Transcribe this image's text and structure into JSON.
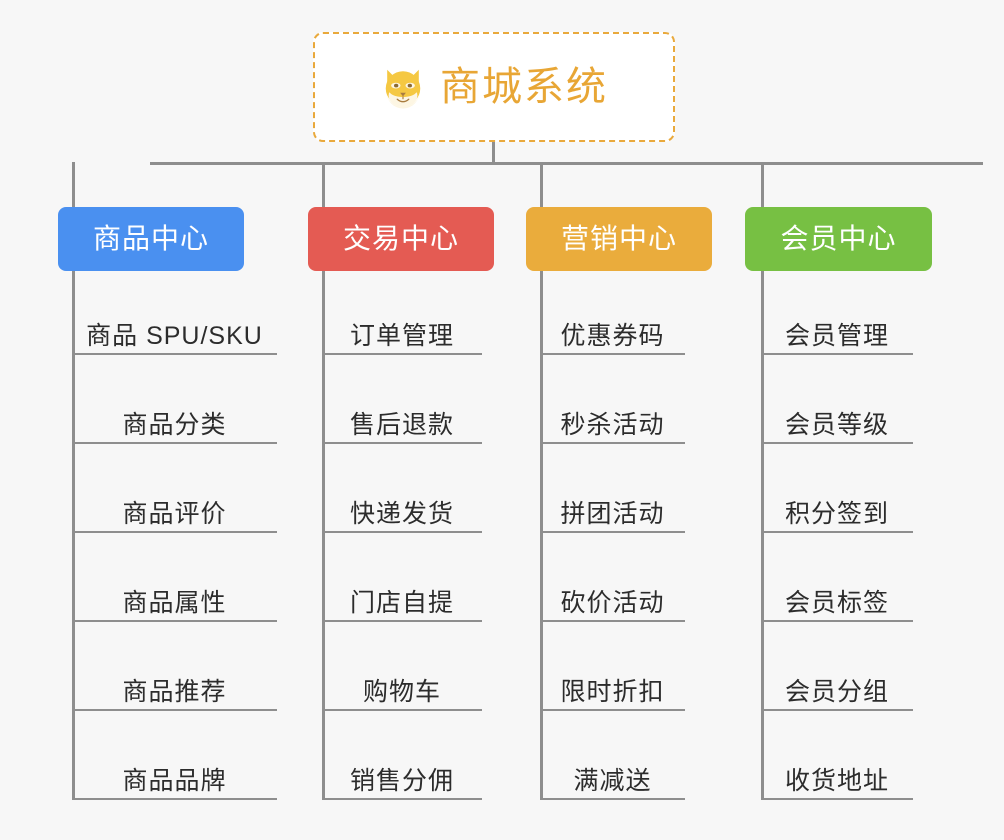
{
  "background_color": "#f7f7f7",
  "root": {
    "title": "商城系统",
    "icon": "shiba-dog-face-icon",
    "text_color": "#e8a635",
    "border_color": "#e9a93c",
    "fill_color": "#ffffff"
  },
  "connector_color": "#8e8e8e",
  "columns": [
    {
      "id": "product-center",
      "title": "商品中心",
      "color": "#4a90f0",
      "items": [
        "商品 SPU/SKU",
        "商品分类",
        "商品评价",
        "商品属性",
        "商品推荐",
        "商品品牌"
      ]
    },
    {
      "id": "trade-center",
      "title": "交易中心",
      "color": "#e45b53",
      "items": [
        "订单管理",
        "售后退款",
        "快递发货",
        "门店自提",
        "购物车",
        "销售分佣"
      ]
    },
    {
      "id": "marketing-center",
      "title": "营销中心",
      "color": "#eaac3c",
      "items": [
        "优惠券码",
        "秒杀活动",
        "拼团活动",
        "砍价活动",
        "限时折扣",
        "满减送"
      ]
    },
    {
      "id": "member-center",
      "title": "会员中心",
      "color": "#77c043",
      "items": [
        "会员管理",
        "会员等级",
        "积分签到",
        "会员标签",
        "会员分组",
        "收货地址"
      ]
    }
  ]
}
